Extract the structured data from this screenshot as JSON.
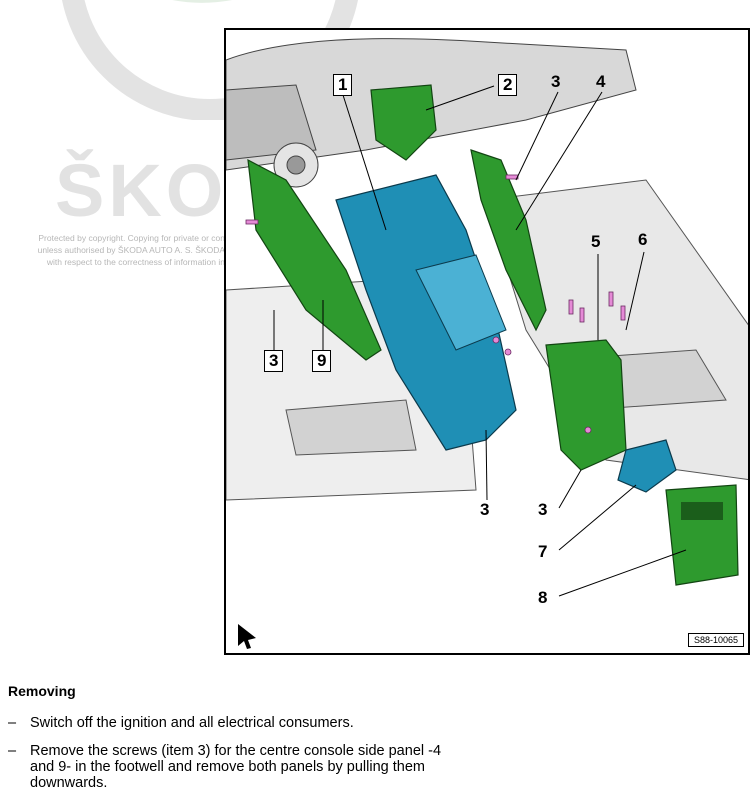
{
  "watermark": {
    "brand": "ŠKO",
    "notice_lines": [
      "Protected by copyright. Copying for private or con",
      "unless authorised by ŠKODA AUTO A. S. ŠKODA",
      "with respect to the correctness of information in"
    ]
  },
  "figure": {
    "id": "S88-10065",
    "callouts": {
      "c1": "1",
      "c2": "2",
      "c3_top": "3",
      "c4": "4",
      "c5": "5",
      "c6": "6",
      "c3_left": "3",
      "c9": "9",
      "c3_bottom": "3",
      "c3_right": "3",
      "c7": "7",
      "c8": "8"
    },
    "colors": {
      "green": "#2e9a2e",
      "blue": "#1f8fb5",
      "gray": "#cfcfcf"
    }
  },
  "text": {
    "section_title": "Removing",
    "steps": [
      "Switch off the ignition and all electrical consumers.",
      "Remove the screws (item 3) for the centre console side panel -4 and 9- in the footwell and remove both panels by pulling them downwards."
    ]
  }
}
